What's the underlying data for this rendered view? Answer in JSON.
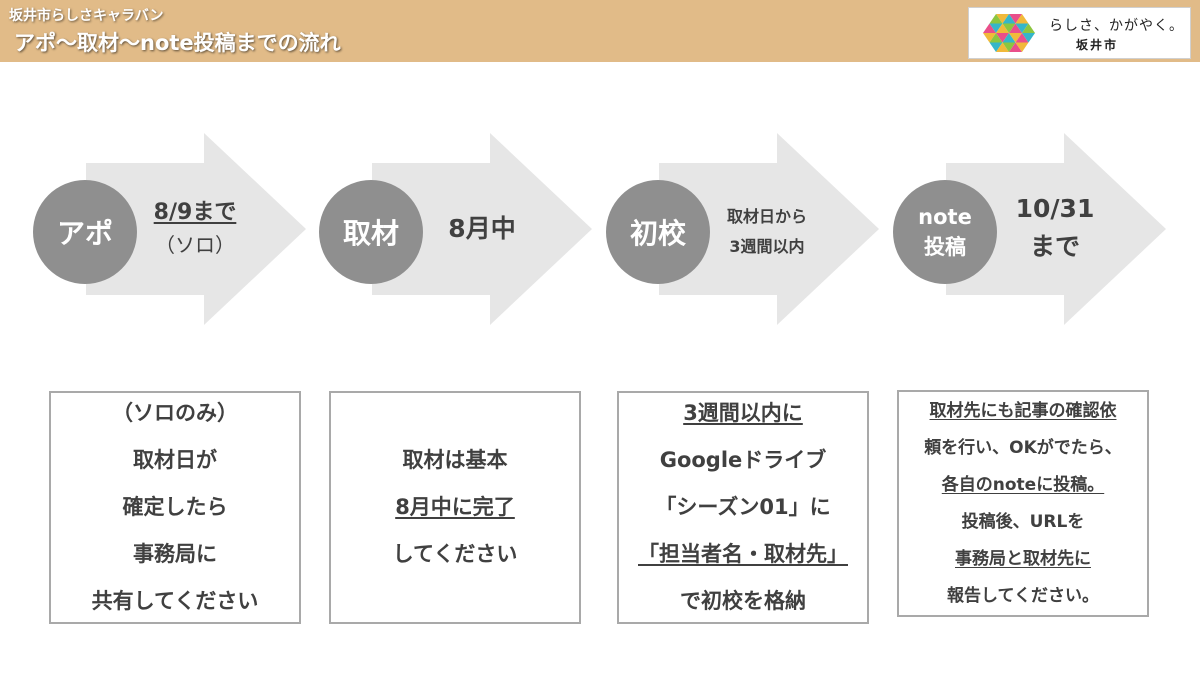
{
  "header": {
    "subtitle": "坂井市らしさキャラバン",
    "title": "アポ〜取材〜note投稿までの流れ"
  },
  "logo": {
    "icon": "hexagon-triangle-mosaic-logo",
    "tagline": "らしさ、かがやく。",
    "city": "坂井市"
  },
  "colors": {
    "header_bg": "#e1bb88",
    "circle": "#8f8f8f",
    "arrow": "#e6e6e6",
    "text": "#404040"
  },
  "steps": [
    {
      "circle": [
        "アポ"
      ],
      "info": [
        "8/9まで",
        "（ソロ）"
      ],
      "box": [
        "（ソロのみ）",
        "取材日が",
        "確定したら",
        "事務局に",
        "共有してください"
      ]
    },
    {
      "circle": [
        "取材"
      ],
      "info": [
        "8月中"
      ],
      "box": [
        "取材は基本",
        "8月中に完了",
        "してください"
      ]
    },
    {
      "circle": [
        "初校"
      ],
      "info": [
        "取材日から",
        "3週間以内"
      ],
      "box": [
        "3週間以内に",
        "Googleドライブ",
        "「シーズン01」に",
        "「担当者名・取材先」",
        "で初校を格納"
      ]
    },
    {
      "circle": [
        "note",
        "投稿"
      ],
      "info": [
        "10/31",
        "まで"
      ],
      "box": [
        "取材先にも記事の確認依",
        "頼を行い、OKがでたら、",
        "各自のnoteに投稿。",
        "投稿後、URLを",
        "事務局と取材先に",
        "報告してください。"
      ]
    }
  ]
}
